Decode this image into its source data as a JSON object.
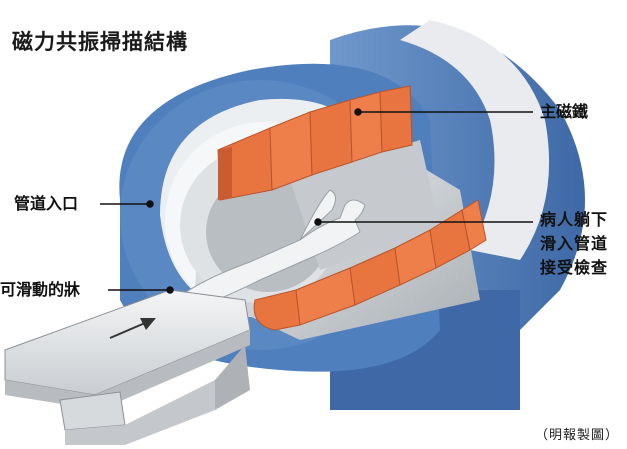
{
  "title": "磁力共振掃描結構",
  "labels": {
    "main_magnet": "主磁鐵",
    "tube_entrance": "管道入口",
    "sliding_bed": "可滑動的牀",
    "patient_line1": "病人躺下",
    "patient_line2": "滑入管道",
    "patient_line3": "接受檢查"
  },
  "credit": "（明報製圖）",
  "colors": {
    "housing_blue": "#4a78b4",
    "magnet_orange": "#e8743f",
    "bore_grey": "#d9dcdf",
    "accent_dark": "#1a1a1a"
  }
}
